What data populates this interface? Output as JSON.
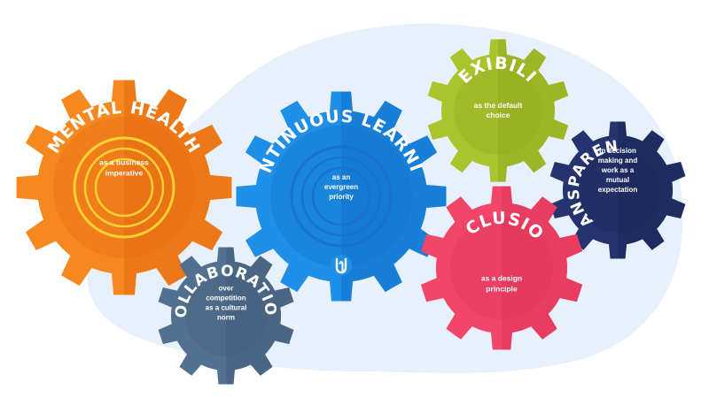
{
  "gears": [
    {
      "key": "mental_health",
      "title": "MENTAL HEALTH",
      "subtitle": [
        "as a business",
        "imperative"
      ],
      "color": "#f5891f",
      "dark": "#e46a10",
      "rings": true,
      "ring_color": "#ffd233"
    },
    {
      "key": "continuous_learning",
      "title": "CONTINUOUS  LEARNING",
      "subtitle": [
        "as an",
        "evergreen",
        "priority"
      ],
      "color": "#1f8fe8",
      "dark": "#1172c9",
      "rings": true,
      "ring_color": "#1a6fcf",
      "logo": true
    },
    {
      "key": "flexibility",
      "title": "FLEXIBILITY",
      "subtitle": [
        "as the default",
        "choice"
      ],
      "color": "#a9c42d",
      "dark": "#93ac1f"
    },
    {
      "key": "transparency",
      "title": "TRANSPARENCY",
      "subtitle": [
        "in decision",
        "making and",
        "work as a",
        "mutual",
        "expectation"
      ],
      "color": "#25346e",
      "dark": "#1b2758"
    },
    {
      "key": "inclusion",
      "title": "INCLUSION",
      "subtitle": [
        "as a design",
        "principle"
      ],
      "color": "#f2456a",
      "dark": "#e2355a"
    },
    {
      "key": "collaboration",
      "title": "COLLABORATION",
      "subtitle": [
        "over",
        "competition",
        "as a cultural",
        "norm"
      ],
      "color": "#52708f",
      "dark": "#445f7c"
    }
  ],
  "colors": {
    "blob": "#e8f1fb",
    "logo_bg": "#1f8fe8"
  },
  "icons": {
    "logo": "upwork-style-logo-icon"
  }
}
